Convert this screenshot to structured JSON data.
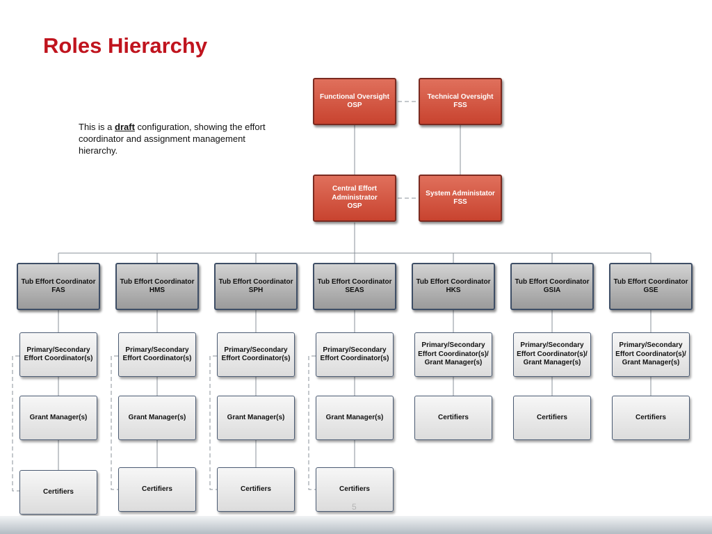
{
  "title": "Roles Hierarchy",
  "description": {
    "before": "This is a ",
    "emphasis": "draft",
    "after": " configuration, showing the effort coordinator and assignment management hierarchy."
  },
  "top_nodes": {
    "functional": "Functional Oversight\nOSP",
    "technical": "Technical Oversight\nFSS",
    "central": "Central Effort\nAdministrator\nOSP",
    "sysadmin": "System Administator\nFSS"
  },
  "tub_coordinators": [
    "Tub Effort Coordinator\nFAS",
    "Tub Effort Coordinator\nHMS",
    "Tub Effort Coordinator\nSPH",
    "Tub Effort Coordinator\nSEAS",
    "Tub Effort Coordinator\nHKS",
    "Tub Effort Coordinator\nGSIA",
    "Tub Effort Coordinator\nGSE"
  ],
  "columns_a": {
    "primary": "Primary/Secondary\nEffort Coordinator(s)",
    "grant": "Grant Manager(s)",
    "certifiers": "Certifiers"
  },
  "columns_b": {
    "primary": "Primary/Secondary\nEffort Coordinator(s)/\nGrant Manager(s)",
    "certifiers": "Certifiers"
  },
  "page_number": "5",
  "colors": {
    "title": "#c0141e",
    "oversight_box": "#d35a46",
    "coordinator_box": "#a8a8a8",
    "role_box": "#e8e8e8",
    "connector": "#8a9099"
  }
}
